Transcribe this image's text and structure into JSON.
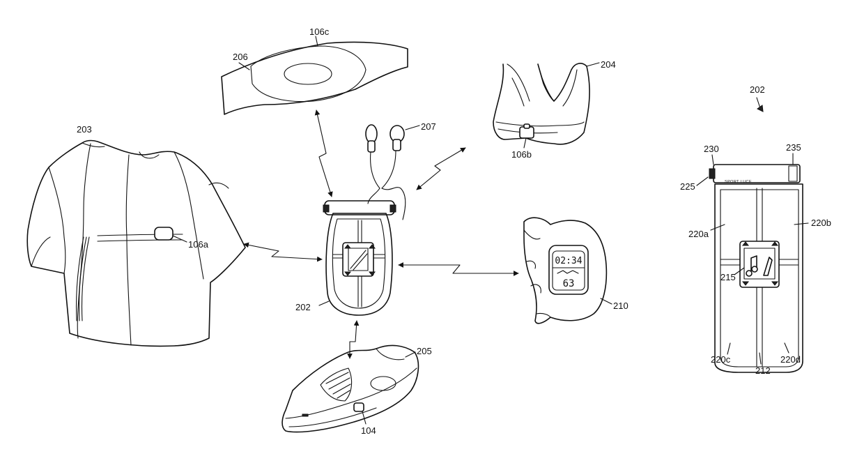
{
  "figure": {
    "labels": {
      "shirt": "203",
      "chest_sensor": "106a",
      "armband": "206",
      "armband_sensor": "106c",
      "earphones": "207",
      "sports_bra": "204",
      "bra_sensor": "106b",
      "center_device": "202",
      "shoe": "205",
      "shoe_sensor": "104",
      "watch": "210",
      "detail_device": "202",
      "detail_230": "230",
      "detail_235": "235",
      "detail_225": "225",
      "detail_220a": "220a",
      "detail_220b": "220b",
      "detail_215": "215",
      "detail_220c": "220c",
      "detail_212": "212",
      "detail_220d": "220d"
    },
    "watch_display": {
      "time": "02:34",
      "value": "63"
    },
    "device_brand": "SPORT LUCE",
    "colors": {
      "ink": "#111111",
      "background": "#ffffff",
      "shade": "#cfcfcf"
    }
  }
}
